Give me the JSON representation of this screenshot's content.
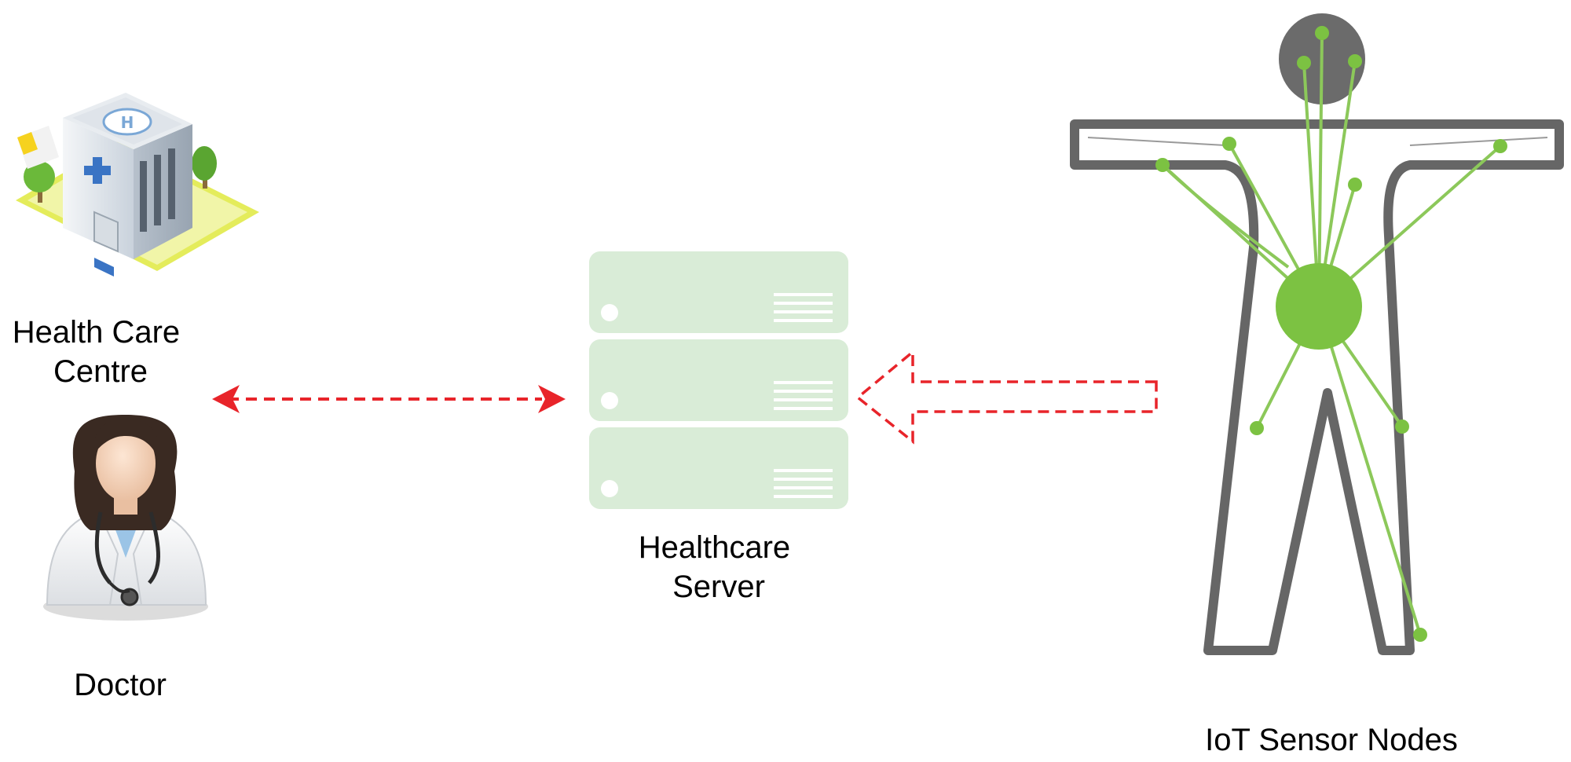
{
  "labels": {
    "health_care_centre": [
      "Health Care",
      "Centre"
    ],
    "doctor": "Doctor",
    "healthcare_server": [
      "Healthcare",
      "Server"
    ],
    "iot_sensor_nodes": "IoT Sensor Nodes"
  },
  "colors": {
    "arrow": "#e8242a",
    "server": "#d9ecd7",
    "sensor": "#7cc242",
    "body_outline": "#666666",
    "head": "#6b6b6b"
  },
  "icons": {
    "hospital": "hospital-building-icon",
    "doctor": "doctor-avatar-icon",
    "server": "server-rack-icon",
    "body": "human-body-sensor-icon"
  }
}
